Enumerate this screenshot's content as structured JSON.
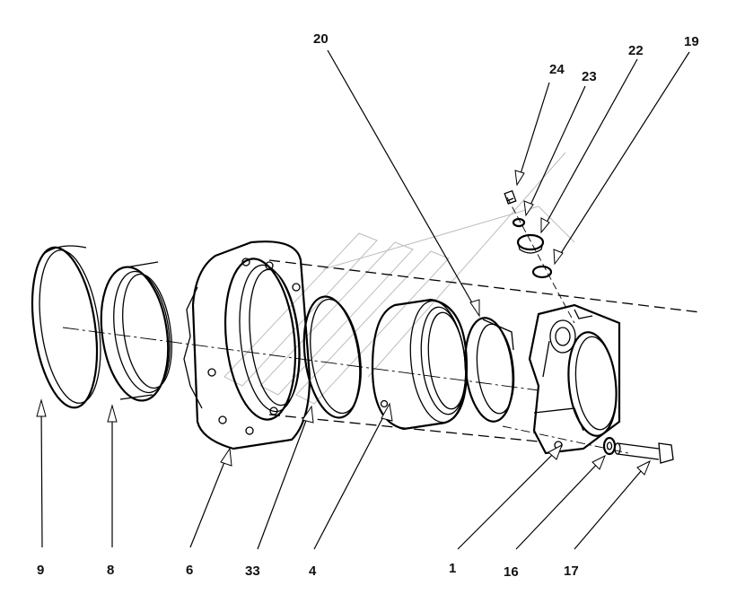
{
  "callouts": {
    "c9": "9",
    "c8": "8",
    "c6": "6",
    "c33": "33",
    "c4": "4",
    "c1": "1",
    "c16": "16",
    "c17": "17",
    "c20": "20",
    "c24": "24",
    "c23": "23",
    "c22": "22",
    "c19": "19"
  }
}
